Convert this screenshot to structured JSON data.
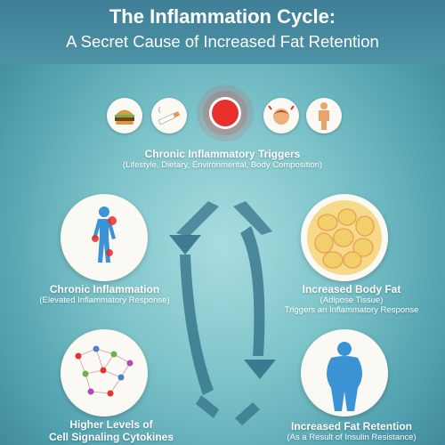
{
  "header": {
    "title": "The Inflammation Cycle:",
    "subtitle": "A Secret Cause of Increased Fat Retention"
  },
  "triggers": {
    "title": "Chronic Inflammatory Triggers",
    "subtitle": "(Lifestyle, Dietary, Environmental, Body Composition)",
    "icons": [
      "burger-icon",
      "cigarette-icon",
      "inflammation-core-icon",
      "stressed-head-icon",
      "body-silhouette-icon"
    ]
  },
  "nodes": {
    "chronic_inflammation": {
      "title": "Chronic Inflammation",
      "subtitle": "(Elevated Inflammatory Response)"
    },
    "increased_body_fat": {
      "title": "Increased Body Fat",
      "subtitle": "(Adipose Tissue)",
      "subtitle2": "Triggers an Inflammatory Response"
    },
    "cytokines": {
      "title_line1": "Higher Levels of",
      "title_line2": "Cell Signaling Cytokines"
    },
    "fat_retention": {
      "title": "Increased Fat Retention",
      "subtitle": "(As a Result of Insulin Resistance)"
    }
  },
  "colors": {
    "accent_red": "#e8302c",
    "arrow": "#2f6c84",
    "fat_cells": "#f3cf6b",
    "figure_blue": "#3b93d6"
  }
}
